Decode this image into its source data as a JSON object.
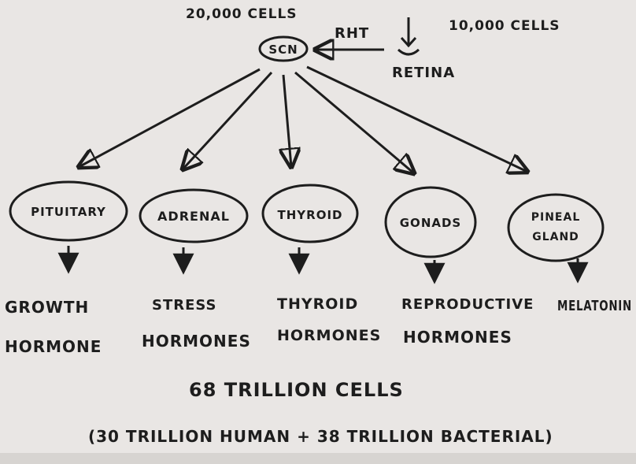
{
  "top": {
    "scn_cells": "20,000 CELLS",
    "scn": "SCN",
    "rht": "RHT",
    "retina_cells": "10,000 CELLS",
    "retina": "RETINA"
  },
  "glands": [
    {
      "name_line1": "PITUITARY",
      "name_line2": "",
      "hormone_line1": "GROWTH",
      "hormone_line2": "HORMONE"
    },
    {
      "name_line1": "ADRENAL",
      "name_line2": "",
      "hormone_line1": "STRESS",
      "hormone_line2": "HORMONES"
    },
    {
      "name_line1": "THYROID",
      "name_line2": "",
      "hormone_line1": "THYROID",
      "hormone_line2": "HORMONES"
    },
    {
      "name_line1": "GONADS",
      "name_line2": "",
      "hormone_line1": "REPRODUCTIVE",
      "hormone_line2": "HORMONES"
    },
    {
      "name_line1": "PINEAL",
      "name_line2": "GLAND",
      "hormone_line1": "MELATONIN",
      "hormone_line2": ""
    }
  ],
  "bottom": {
    "total": "68 TRILLION CELLS",
    "breakdown": "(30 TRILLION HUMAN + 38 TRILLION BACTERIAL)"
  },
  "colors": {
    "paper": "#e9e6e4",
    "ink": "#1d1d1d"
  }
}
